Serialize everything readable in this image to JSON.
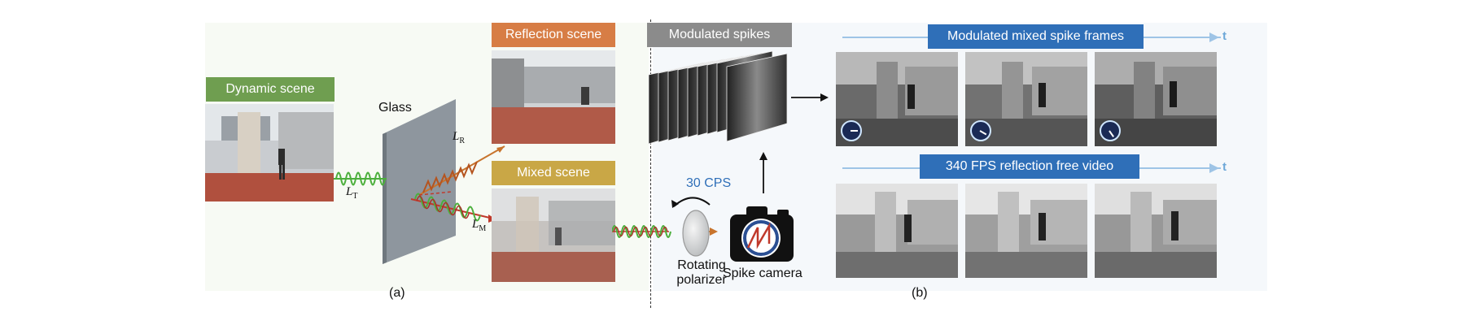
{
  "labels": {
    "dynamic_scene": "Dynamic scene",
    "glass": "Glass",
    "reflection_scene": "Reflection scene",
    "mixed_scene": "Mixed scene",
    "LT": "L",
    "LT_sub": "T",
    "LR": "L",
    "LR_sub": "R",
    "LM": "L",
    "LM_sub": "M",
    "panel_a": "(a)",
    "modulated_spikes": "Modulated spikes",
    "cps": "30 CPS",
    "rotating_polarizer_1": "Rotating",
    "rotating_polarizer_2": "polarizer",
    "spike_camera": "Spike camera",
    "modulated_mixed_frames": "Modulated mixed spike frames",
    "reflection_free_video": "340  FPS  reflection free video",
    "t1": "t",
    "t2": "t",
    "panel_b": "(b)"
  },
  "colors": {
    "green_label": "#6f9e50",
    "orange_label": "#d77d45",
    "gold_label": "#c9a746",
    "gray_label": "#8b8b8b",
    "blue_label": "#2f6fb8",
    "cps_text": "#2f6fb8",
    "wave_green": "#4caf3c",
    "wave_red": "#c0392b",
    "wave_orange": "#c8742d"
  },
  "icons": {
    "clock": "clock-icon",
    "camera": "spike-camera-icon",
    "polarizer": "polarizer-icon",
    "rotation": "rotation-arrow-icon"
  },
  "clock_angles_deg": [
    0,
    30,
    55
  ]
}
